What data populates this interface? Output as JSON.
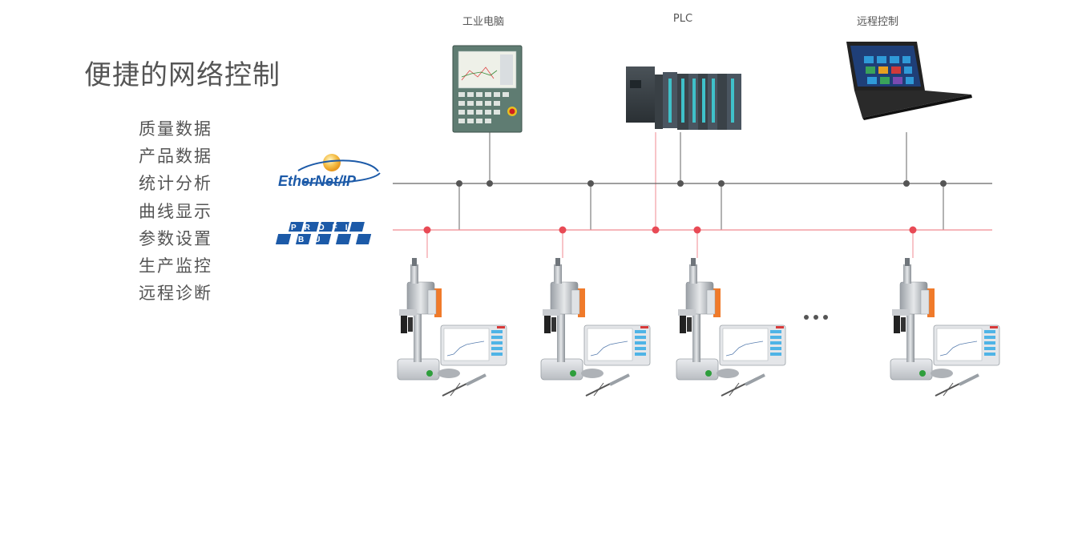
{
  "title": "便捷的网络控制",
  "features": [
    "质量数据",
    "产品数据",
    "统计分析",
    "曲线显示",
    "参数设置",
    "生产监控",
    "远程诊断"
  ],
  "devices": {
    "ipc_label": "工业电脑",
    "plc_label": "PLC",
    "remote_label": "远程控制"
  },
  "networks": {
    "ethernet_ip": {
      "name": "EtherNet/IP",
      "color": "#666666"
    },
    "profibus": {
      "name": "PROFIBUS",
      "color": "#e8707a"
    }
  },
  "colors": {
    "ethernet_line": "#666666",
    "profibus_line": "#f08a90",
    "profibus_node": "#e84a55",
    "logo_blue": "#1c5aa8"
  },
  "stations": {
    "visible_count": 4,
    "ellipsis": "•••"
  }
}
